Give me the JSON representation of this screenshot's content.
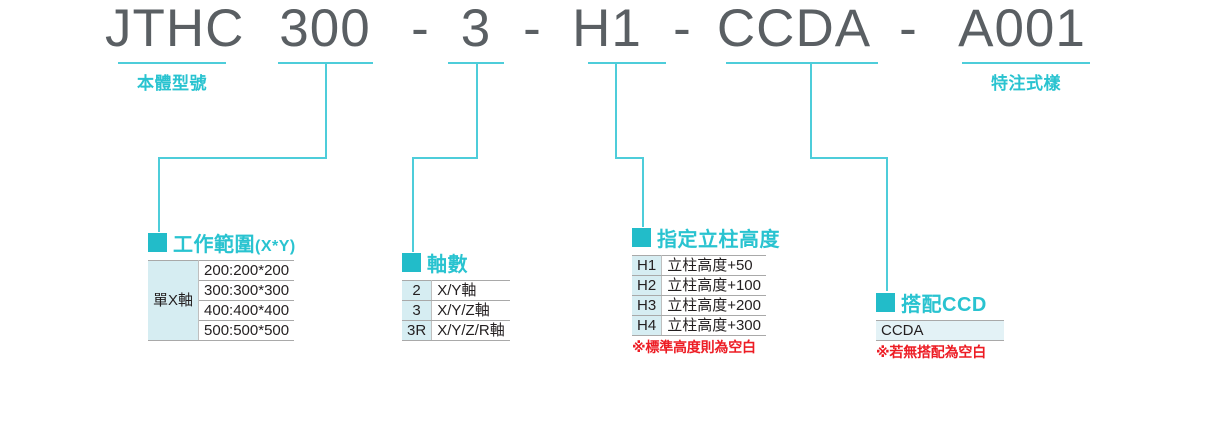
{
  "model_number": {
    "segments": [
      {
        "text": "JTHC",
        "caption": "本體型號"
      },
      {
        "text": "300",
        "caption": ""
      },
      {
        "text": "3",
        "caption": ""
      },
      {
        "text": "H1",
        "caption": ""
      },
      {
        "text": "CCDA",
        "caption": ""
      },
      {
        "text": "A001",
        "caption": "特注式樣"
      }
    ],
    "separator": "-"
  },
  "colors": {
    "teal": "#29C3D0",
    "teal_line": "#4ECDDA",
    "square": "#22BCC9",
    "key_bg": "#D6EDF2",
    "text": "#5a5f63",
    "note_red": "#ED1C24"
  },
  "groups": {
    "work_range": {
      "title": "工作範圍",
      "title_sub": "(X*Y)",
      "merged_label": "單X軸",
      "rows": [
        "200:200*200",
        "300:300*300",
        "400:400*400",
        "500:500*500"
      ]
    },
    "axis_count": {
      "title": "軸數",
      "rows": [
        {
          "key": "2",
          "value": "X/Y軸"
        },
        {
          "key": "3",
          "value": "X/Y/Z軸"
        },
        {
          "key": "3R",
          "value": "X/Y/Z/R軸"
        }
      ]
    },
    "column_height": {
      "title": "指定立柱高度",
      "rows": [
        {
          "key": "H1",
          "value": "立柱高度+50"
        },
        {
          "key": "H2",
          "value": "立柱高度+100"
        },
        {
          "key": "H3",
          "value": "立柱高度+200"
        },
        {
          "key": "H4",
          "value": "立柱高度+300"
        }
      ],
      "note": "※標準高度則為空白"
    },
    "ccd": {
      "title": "搭配CCD",
      "rows": [
        "CCDA"
      ],
      "note": "※若無搭配為空白"
    }
  }
}
